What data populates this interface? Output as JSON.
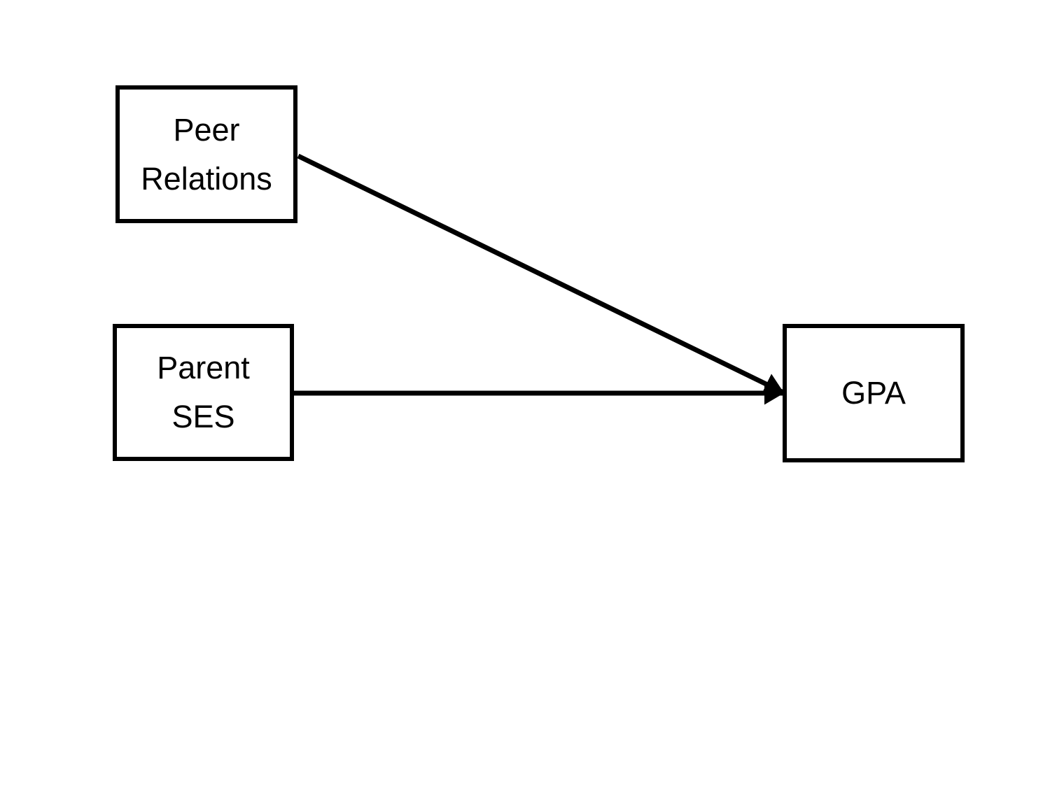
{
  "diagram": {
    "background_color": "#ffffff",
    "stroke_color": "#000000",
    "nodes": [
      {
        "id": "peer-relations",
        "lines": [
          "Peer",
          "Relations"
        ]
      },
      {
        "id": "parent-ses",
        "lines": [
          "Parent",
          "SES"
        ]
      },
      {
        "id": "gpa",
        "lines": [
          "GPA"
        ]
      }
    ],
    "edges": [
      {
        "from": "peer-relations",
        "to": "gpa",
        "type": "arrow"
      },
      {
        "from": "parent-ses",
        "to": "gpa",
        "type": "arrow"
      }
    ]
  }
}
